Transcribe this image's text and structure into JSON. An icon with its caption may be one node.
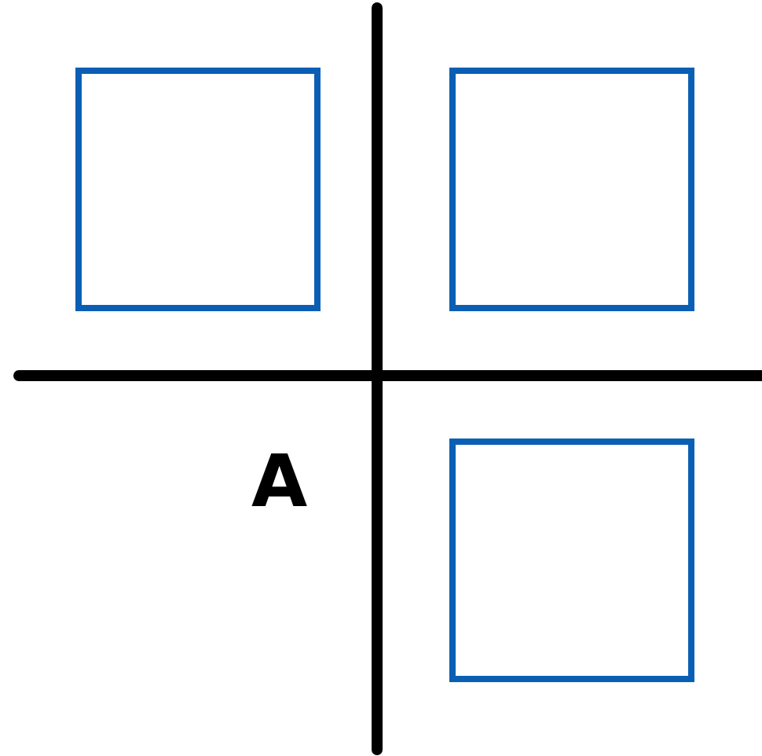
{
  "diagram": {
    "nodes": [
      {
        "text": [],
        "shape": "box"
      },
      {
        "text": [],
        "shape": "box"
      },
      {
        "text": [],
        "shape": "box"
      }
    ],
    "labels": [
      "A"
    ]
  }
}
